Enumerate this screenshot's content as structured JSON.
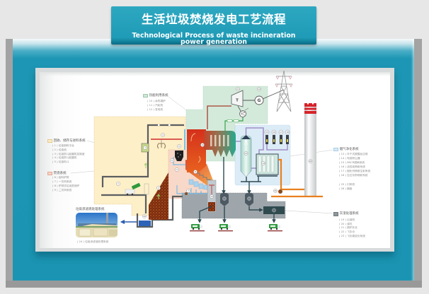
{
  "title": {
    "zh": "生活垃圾焚烧发电工艺流程",
    "en_line1": "Technological Process of waste incineration",
    "en_line2": "power generation"
  },
  "systems": {
    "heat": {
      "title": "热能利用系统",
      "items": [
        "( 10 ) 余热锅炉",
        "( 11 ) 汽轮机",
        "( 12 ) 发电机"
      ]
    },
    "receiving": {
      "title": "回收、储存与进料系统",
      "items": [
        "( 1 ) 垃圾卸料平台",
        "( 2 ) 垃圾池",
        "( 3 ) 垃圾抓斗起重机控制室",
        "( 4 ) 垃圾抓斗起重机",
        "( 5 ) 垃圾料斗"
      ]
    },
    "incineration": {
      "title": "焚烧系统",
      "items": [
        "( 6 ) 给料炉排",
        "( 7 ) 一次风系统",
        "( 8 ) 炉排式垃圾焚烧炉",
        "( 9 ) 二次风系统"
      ]
    },
    "flue_gas": {
      "title": "烟气净化系统",
      "items": [
        "( 13 ) 半干式脱酸反应塔",
        "( 14 ) 布袋除尘器",
        "( 15 ) SNCR脱硝系统",
        "( 16 ) 活性炭喷射系统",
        "( 17 ) 固化剂喷射注射系统",
        "( 18 ) 生石灰粉喷射系统"
      ],
      "extra_items": [
        "( 25 ) 引风机",
        "( 26 ) 烟囱"
      ]
    },
    "ash": {
      "title": "灰渣处理系统",
      "items": [
        "( 19 ) 出渣机",
        "( 20 ) 渣坑",
        "( 21 ) 锅炉灰仓",
        "( 22 ) 飞灰仓",
        "( 23 ) 飞灰稳定化系统"
      ]
    },
    "leachate": {
      "title": "垃圾渗滤液处理系统",
      "caption": "( 24 ) 垃圾渗滤液处理系统"
    }
  },
  "diagram": {
    "turbine_symbol": "T",
    "generator_symbol": "G",
    "callouts": [
      "1",
      "2",
      "3",
      "4",
      "5",
      "6",
      "7",
      "8",
      "9",
      "10",
      "11",
      "12",
      "13",
      "14",
      "15",
      "16",
      "17",
      "18",
      "19",
      "20",
      "21",
      "22",
      "23",
      "25",
      "26"
    ]
  },
  "colors": {
    "frame_teal": "#1a94b2",
    "title_bg": "#1f9bb7",
    "receiving_area": "#fdefc8",
    "incineration_area": "#f8d8c8",
    "heat_area": "#d3eadb",
    "flue_gas_area": "#dcecf7",
    "ash_area": "#9ea6ab",
    "steam_line": "#a83a2e",
    "water_line": "#3aa14a",
    "flue_duct": "#a28fc6",
    "exhaust_pipe": "#e8801f"
  }
}
